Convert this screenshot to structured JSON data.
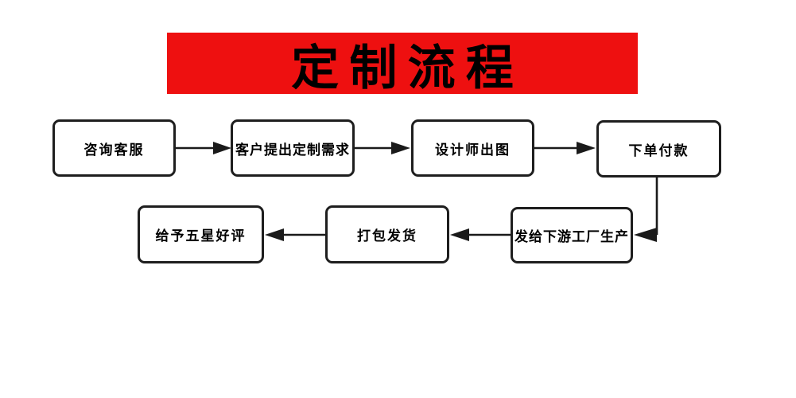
{
  "title": {
    "text": "定制流程",
    "banner_color": "#ee1010",
    "text_color": "#000000"
  },
  "flow": {
    "nodes": [
      {
        "id": "consult-service",
        "label": "咨询客服"
      },
      {
        "id": "customer-request",
        "label": "客户提出定制需求"
      },
      {
        "id": "designer-draft",
        "label": "设计师出图"
      },
      {
        "id": "order-payment",
        "label": "下单付款"
      },
      {
        "id": "factory-production",
        "label": "发给下游工厂生产"
      },
      {
        "id": "pack-ship",
        "label": "打包发货"
      },
      {
        "id": "five-star-review",
        "label": "给予五星好评"
      }
    ],
    "edges": [
      {
        "from": "咨询客服",
        "to": "客户提出定制需求"
      },
      {
        "from": "客户提出定制需求",
        "to": "设计师出图"
      },
      {
        "from": "设计师出图",
        "to": "下单付款"
      },
      {
        "from": "下单付款",
        "to": "发给下游工厂生产"
      },
      {
        "from": "发给下游工厂生产",
        "to": "打包发货"
      },
      {
        "from": "打包发货",
        "to": "给予五星好评"
      }
    ]
  },
  "colors": {
    "background": "#ffffff",
    "box_fill": "#ffffff",
    "box_border": "#1e1e1e",
    "arrow": "#1a1a1a"
  }
}
